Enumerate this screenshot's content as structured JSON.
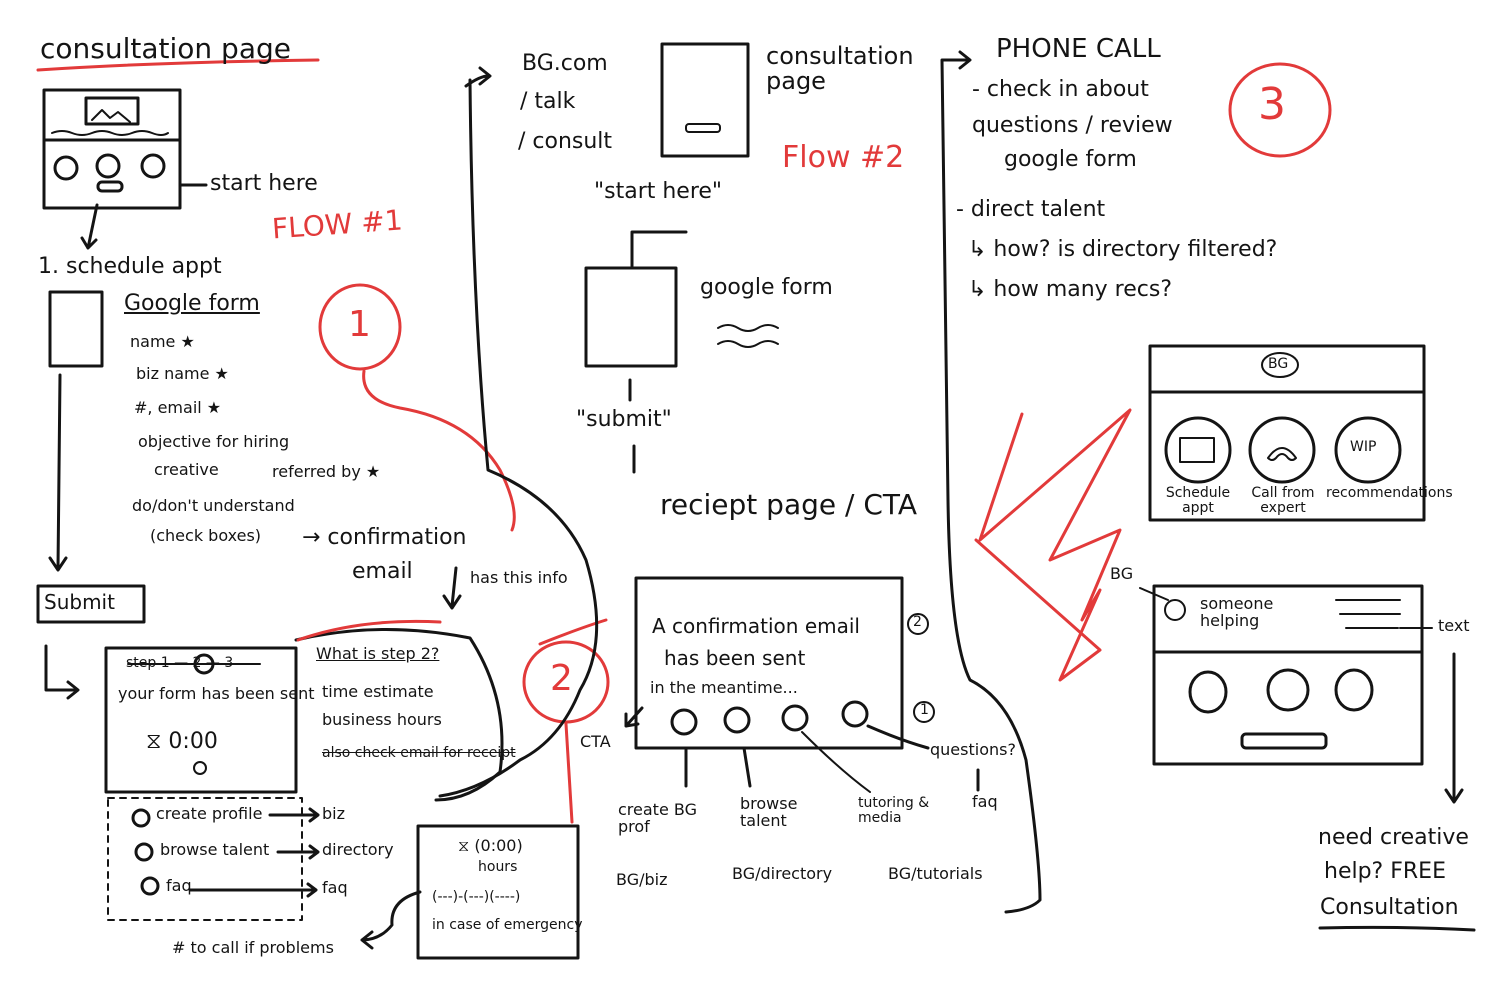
{
  "colors": {
    "ink": "#141414",
    "accent": "#e23a3a",
    "paper": "#ffffff"
  },
  "left": {
    "title": "consultation page",
    "start_here": "start here",
    "flow_label": "FLOW #1",
    "step_number": "1",
    "schedule": "1. schedule appt",
    "form_title": "Google form",
    "form_fields": [
      "name ★",
      "biz name ★",
      "#, email ★",
      "objective for hiring",
      "creative",
      "referred by ★",
      "do/don't understand",
      "(check boxes)"
    ],
    "confirmation": "→ confirmation",
    "email": "email",
    "has_this_info": "has this info",
    "submit": "Submit",
    "step_indicator": "step 1 — 2 — 3",
    "step_circle": "2",
    "form_sent": "your form has been sent",
    "timer": "⧖ 0:00",
    "links": [
      {
        "left": "create profile",
        "right": "biz"
      },
      {
        "left": "browse talent",
        "right": "directory"
      },
      {
        "left": "faq",
        "right": "faq"
      }
    ],
    "step2_heading": "What is step 2?",
    "step2_lines": [
      "time estimate",
      "business hours"
    ],
    "step2_struck": "also check email for receipt",
    "step2_number": "2",
    "emergency_timer": "⧖ (0:00)",
    "emergency_hours": "hours",
    "emergency_phone": "(---)-(---)(----)",
    "emergency_label": "in case of emergency",
    "call_note": "# to call if problems"
  },
  "middle": {
    "urls": [
      "BG.com",
      "/ talk",
      "/ consult"
    ],
    "page_label": "consultation page",
    "flow_label": "Flow #2",
    "start_here": "\"start here\"",
    "google_form": "google form",
    "submit": "\"submit\"",
    "receipt_title": "reciept page / CTA",
    "receipt_lines": [
      "A confirmation email",
      "has been sent",
      "in the meantime..."
    ],
    "cta": "CTA",
    "marker_2": "2",
    "marker_1": "1",
    "destinations": [
      {
        "action": "create BG prof",
        "url": "BG/biz"
      },
      {
        "action": "browse talent",
        "url": "BG/directory"
      },
      {
        "action": "tutoring & media",
        "url": "BG/tutorials"
      },
      {
        "action": "questions?",
        "url": "faq"
      }
    ]
  },
  "right": {
    "title": "PHONE CALL",
    "number": "3",
    "notes": [
      "- check in about",
      "questions / review",
      "google form",
      "- direct talent",
      "↳ how? is directory filtered?",
      "↳ how many recs?"
    ],
    "logo": "BG",
    "options": [
      "Schedule appt",
      "Call from expert",
      "recommendations"
    ],
    "wip": "WIP",
    "bg_label": "BG",
    "helper": "someone helping",
    "text_label": "text",
    "cta_lines": [
      "need creative",
      "help? FREE",
      "Consultation"
    ]
  }
}
